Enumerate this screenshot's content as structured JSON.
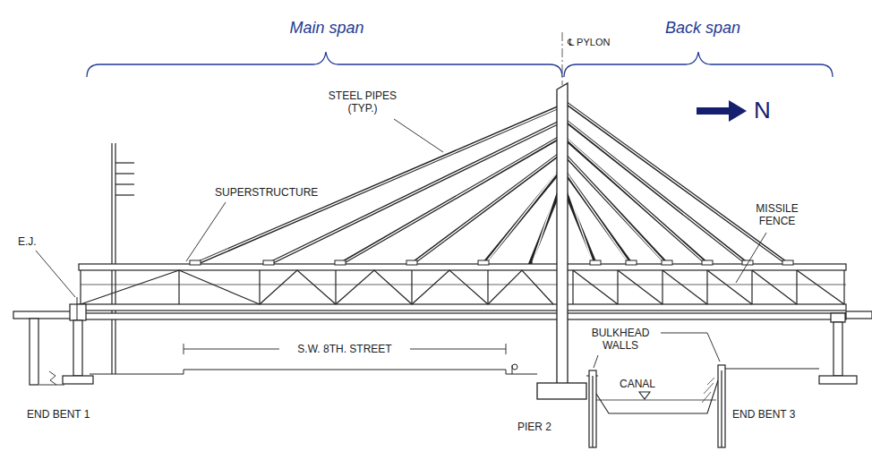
{
  "diagram": {
    "labels": [
      "Main span",
      "Back span",
      "℄ PYLON",
      "N",
      "STEEL PIPES (TYP.)",
      "SUPERSTRUCTURE",
      "MISSILE FENCE",
      "E.J.",
      "S.W. 8TH. STREET",
      "BULKHEAD WALLS",
      "CANAL",
      "END BENT 1",
      "PIER 2",
      "END BENT 3"
    ]
  }
}
